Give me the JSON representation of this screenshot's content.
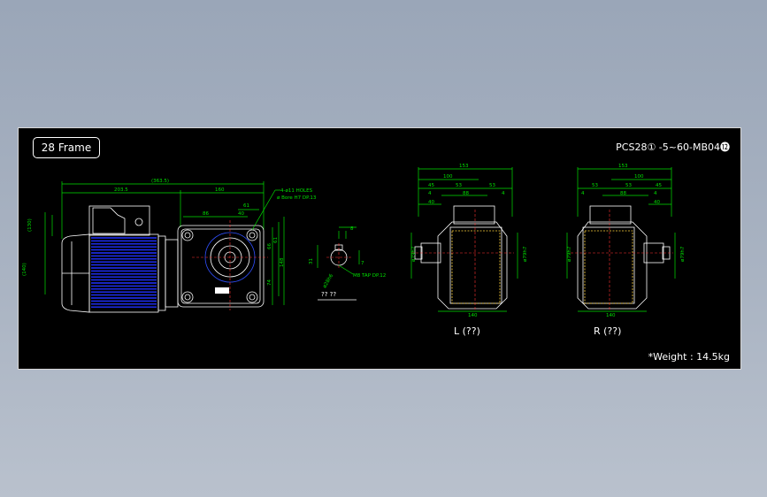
{
  "frame_label": "28 Frame",
  "model_code": "PCS28① -5~60-MB04⓬",
  "weight_note": "*Weight : 14.5kg",
  "views": {
    "left_caption": "L (??)",
    "right_caption": "R (??)"
  },
  "shaft_caption": "?? ??",
  "notes": {
    "holes": "4-ø11 HOLES",
    "bore": "ø Bore H7 DP.13",
    "tap": "M8 TAP DP.12"
  },
  "side_dims": {
    "overall": "(363.5)",
    "motor": "203.5",
    "gear": "160",
    "height_top": "(130)",
    "height_total": "(140)",
    "d86": "86",
    "d40": "40",
    "d61": "61",
    "d66": "66",
    "d61v": "61",
    "d74": "74",
    "d148": "148"
  },
  "shaft_dims": {
    "key": "8",
    "d31": "31",
    "d7": "7",
    "dia": "ø28h6"
  },
  "left_dims": {
    "w153": "153",
    "w100": "100",
    "w45": "45",
    "w53a": "53",
    "w53b": "53",
    "w88": "88",
    "w4a": "4",
    "w4b": "4",
    "w40": "40",
    "w140": "140",
    "d_left": "ø79h7",
    "d_right": "ø79h7"
  },
  "right_dims": {
    "w153": "153",
    "w100": "100",
    "w45": "45",
    "w53a": "53",
    "w53b": "53",
    "w88": "88",
    "w4a": "4",
    "w4b": "4",
    "w40": "40",
    "w140": "140",
    "d_left": "ø79h7",
    "d_right": "ø79h7"
  },
  "colors": {
    "background": "#000000",
    "dimension": "#00e000",
    "outline": "#ffffff",
    "centerline": "#ff3030",
    "hidden": "#ffd23c",
    "fins": "#2030ff"
  }
}
